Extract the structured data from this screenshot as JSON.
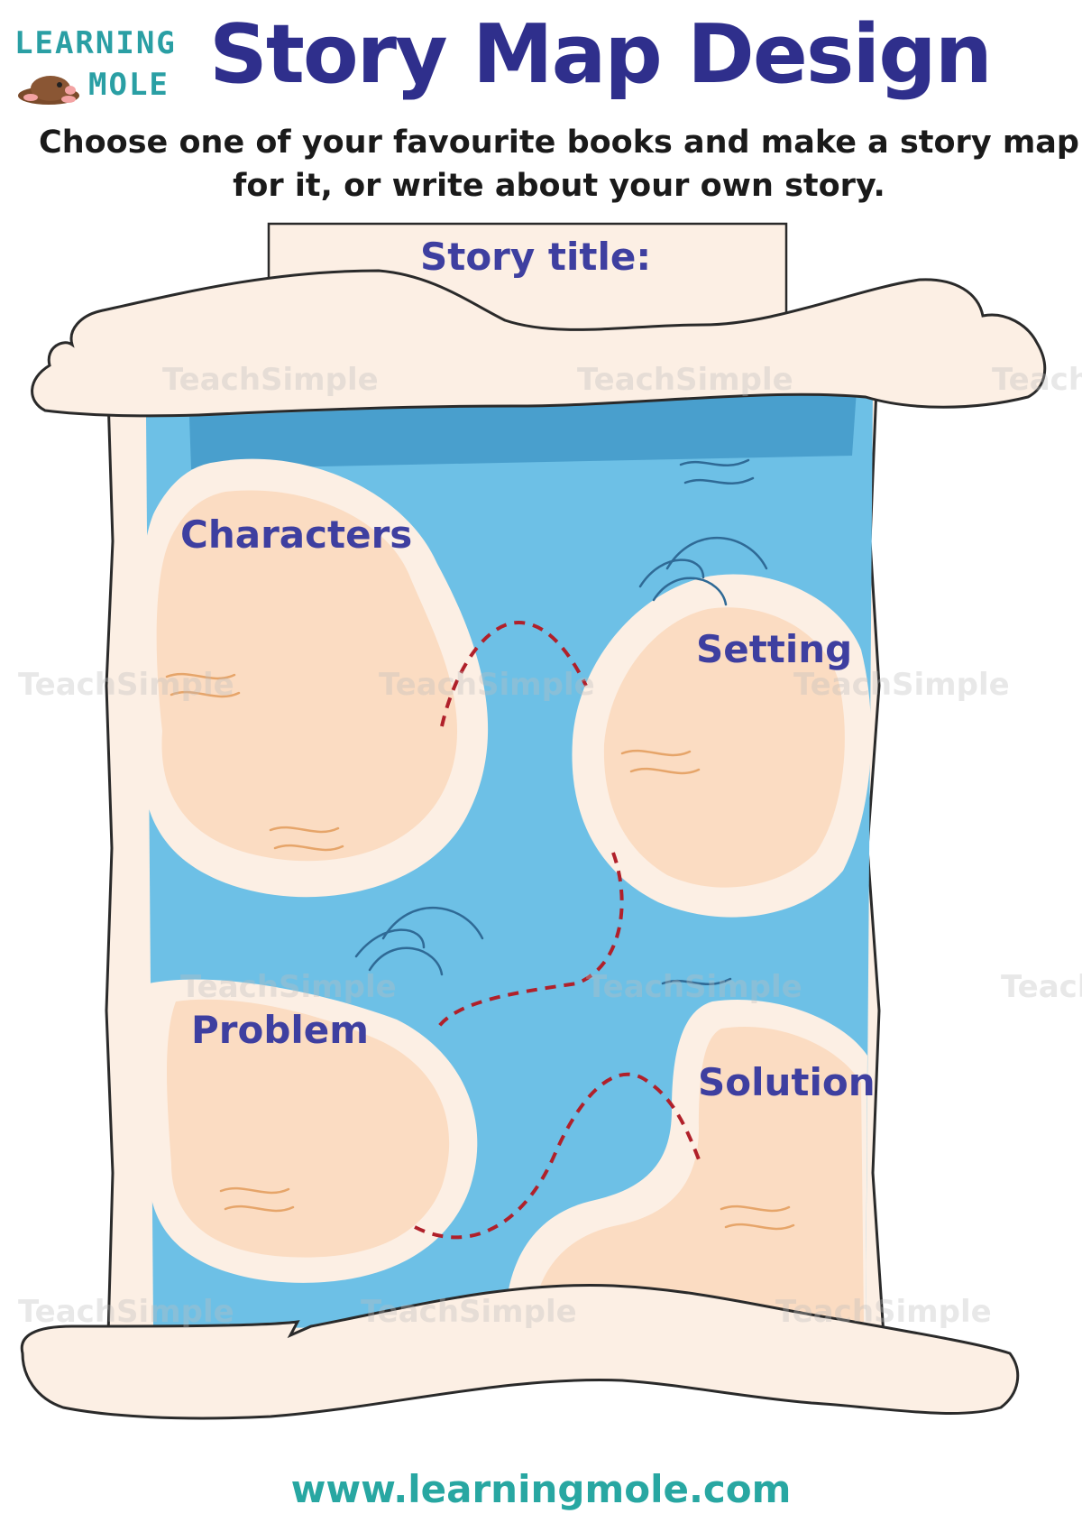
{
  "logo": {
    "line1": "LEARNING",
    "line2": "MOLE"
  },
  "header": {
    "title": "Story Map Design"
  },
  "instructions": {
    "line1": "Choose one of your favourite books and make a story map",
    "line2": "for it, or write about your own story."
  },
  "map": {
    "story_title_label": "Story title:",
    "islands": [
      {
        "label": "Characters"
      },
      {
        "label": "Setting"
      },
      {
        "label": "Problem"
      },
      {
        "label": "Solution"
      }
    ]
  },
  "watermark": "TeachSimple",
  "footer": {
    "url": "www.learningmole.com"
  },
  "colors": {
    "title": "#2f2f8c",
    "label": "#3e3fa0",
    "teal": "#28a7a2",
    "water": "#6dc0e6",
    "parchment": "#fcefe4",
    "island_sand": "#fbdcc2",
    "path": "#b0202a"
  }
}
